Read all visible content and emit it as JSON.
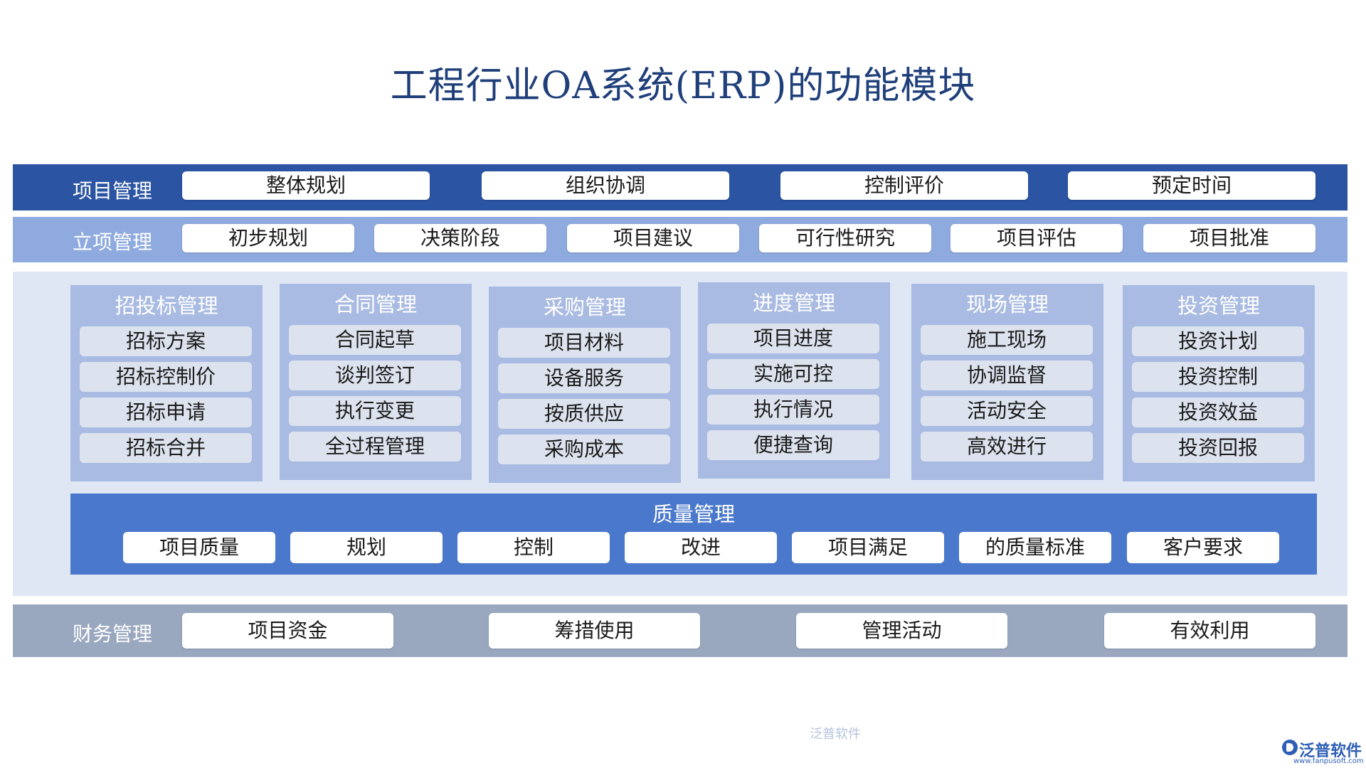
{
  "title": "工程行业OA系统(ERP)的功能模块",
  "project_mgmt": {
    "label": "项目管理",
    "items": [
      "整体规划",
      "组织协调",
      "控制评价",
      "预定时间"
    ]
  },
  "initiation_mgmt": {
    "label": "立项管理",
    "items": [
      "初步规划",
      "决策阶段",
      "项目建议",
      "可行性研究",
      "项目评估",
      "项目批准"
    ]
  },
  "modules": [
    {
      "title": "招投标管理",
      "items": [
        "招标方案",
        "招标控制价",
        "招标申请",
        "招标合并"
      ]
    },
    {
      "title": "合同管理",
      "items": [
        "合同起草",
        "谈判签订",
        "执行变更",
        "全过程管理"
      ]
    },
    {
      "title": "采购管理",
      "items": [
        "项目材料",
        "设备服务",
        "按质供应",
        "采购成本"
      ]
    },
    {
      "title": "进度管理",
      "items": [
        "项目进度",
        "实施可控",
        "执行情况",
        "便捷查询"
      ]
    },
    {
      "title": "现场管理",
      "items": [
        "施工现场",
        "协调监督",
        "活动安全",
        "高效进行"
      ]
    },
    {
      "title": "投资管理",
      "items": [
        "投资计划",
        "投资控制",
        "投资效益",
        "投资回报"
      ]
    }
  ],
  "quality_mgmt": {
    "title": "质量管理",
    "items": [
      "项目质量",
      "规划",
      "控制",
      "改进",
      "项目满足",
      "的质量标准",
      "客户要求"
    ]
  },
  "finance_mgmt": {
    "label": "财务管理",
    "items": [
      "项目资金",
      "筹措使用",
      "管理活动",
      "有效利用"
    ]
  },
  "watermark": "泛普软件",
  "logo": {
    "name": "泛普软件",
    "url": "www.fanpusoft.com"
  },
  "colors": {
    "title": "#1f3f7a",
    "project_band": "#2b54a3",
    "initiation_band": "#8eaadf",
    "modules_bg": "#dfe7f5",
    "module_col": "#a9bbe2",
    "quality_band": "#4a78cc",
    "finance_band": "#9aa8bf"
  }
}
